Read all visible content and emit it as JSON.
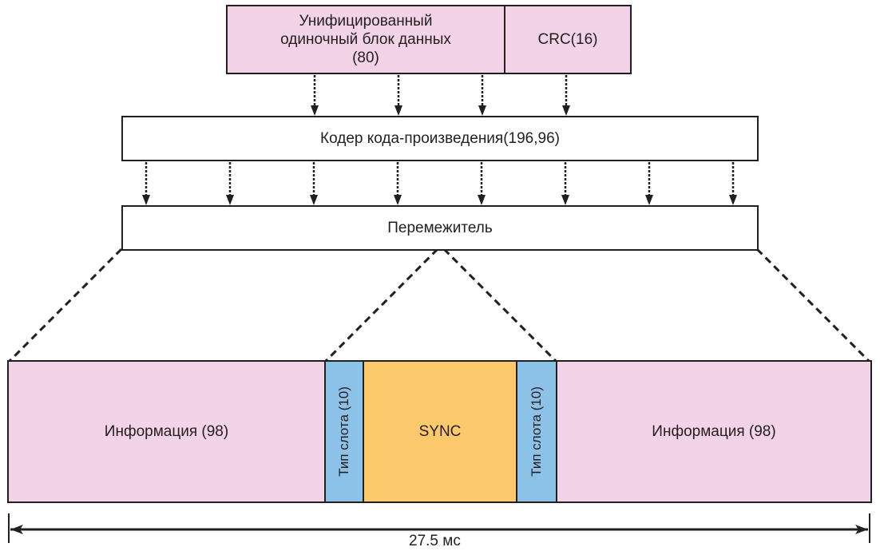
{
  "colors": {
    "pink": "#f3d3e7",
    "blue": "#8cc1e8",
    "orange": "#fec86d",
    "line": "#231f20"
  },
  "top_row": {
    "data_block": "Унифицированный одиночный блок данных (80)",
    "crc": "CRC(16)"
  },
  "encoder": {
    "label": "Кодер кода-произведения(196,96)"
  },
  "interleaver": {
    "label": "Перемежитель"
  },
  "burst": {
    "info_left": "Информация (98)",
    "slot_type_left": "Тип слота (10)",
    "sync": "SYNC",
    "slot_type_right": "Тип слота (10)",
    "info_right": "Информация (98)"
  },
  "duration": {
    "label": "27.5 мс"
  },
  "arrows": {
    "top_count": 4,
    "middle_count": 8
  }
}
